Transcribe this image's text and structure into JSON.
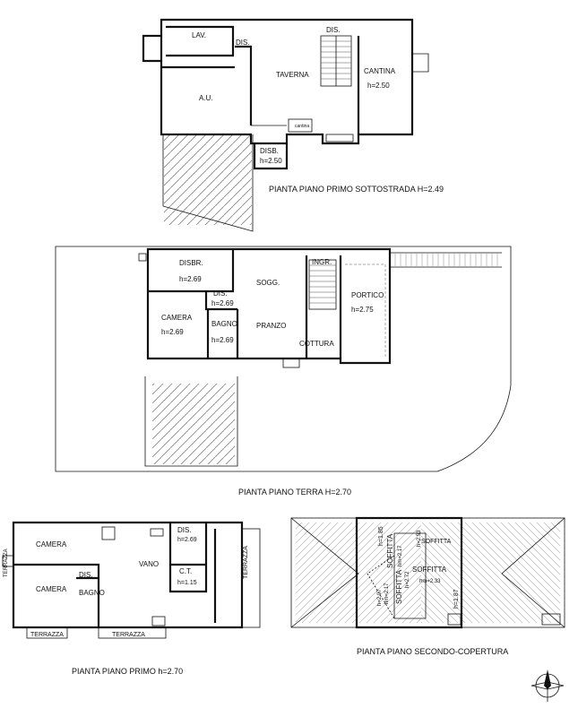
{
  "floors": {
    "basement": {
      "caption": "PIANTA PIANO PRIMO SOTTOSTRADA H=2.49",
      "rooms": {
        "lav": "LAV.",
        "dis_top": "DIS.",
        "dis_left": "DIS.",
        "taverna": "TAVERNA",
        "cantina": "CANTINA",
        "cantina_h": "h=2.50",
        "au": "A.U.",
        "disb": "DISB.",
        "disb_h": "h=2.50",
        "small": "cantina"
      }
    },
    "ground": {
      "caption": "PIANTA PIANO TERRA H=2.70",
      "rooms": {
        "disbr": "DISBR.",
        "disbr_h": "h=2.69",
        "sogg": "SOGG.",
        "ingr": "INGR.",
        "portico": "PORTICO",
        "portico_h": "h=2.75",
        "dis": "DIS.",
        "dis_h": "h=2.69",
        "camera": "CAMERA",
        "camera_h": "h=2.69",
        "bagno": "BAGNO",
        "bagno_h": "h=2.69",
        "pranzo": "PRANZO",
        "cottura": "COTTURA"
      }
    },
    "first": {
      "caption": "PIANTA PIANO PRIMO h=2.70",
      "rooms": {
        "terrazza_left": "TERRAZZA",
        "camera1": "CAMERA",
        "camera2": "CAMERA",
        "dis": "DIS.",
        "bagno": "BAGNO",
        "vano": "VANO",
        "dis2": "DIS.",
        "dis2_h": "h=2.69",
        "ct": "C.T.",
        "ct_h": "h=1.15",
        "terrazza_right": "TERRAZZA",
        "terrazza_bl": "TERRAZZA",
        "terrazza_bm": "TERRAZZA"
      }
    },
    "second": {
      "caption": "PIANTA PIANO SECONDO-COPERTURA",
      "rooms": {
        "h185": "h=1.85",
        "soffitta1": "SOFFITTA",
        "hm217": "hm=2.17",
        "h253": "h=2.53",
        "soffitta2": "SOFFITTA",
        "soffitta3": "SOFFITTA",
        "hm233": "hm=2.33",
        "h272": "h=2.72",
        "h207": "h=2.07",
        "hm": "hm=2.17",
        "soffitta4": "SOFFITTA",
        "h187": "h=1.87"
      }
    }
  }
}
